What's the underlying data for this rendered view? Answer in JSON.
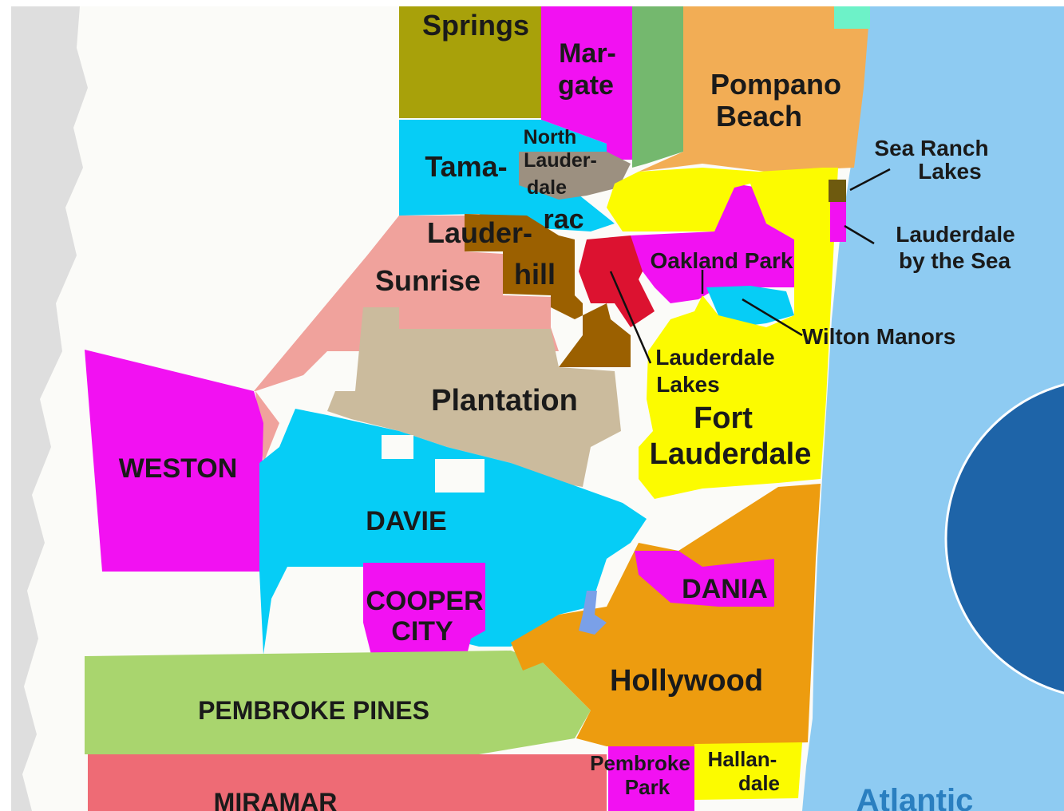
{
  "colors": {
    "ocean": "#8ecbf2",
    "ocean_text": "#2a7fc0",
    "land_white": "#fbfbf8",
    "fringe_gray": "#dedede",
    "olive": "#a8a10a",
    "magenta": "#f211f2",
    "green": "#74b86e",
    "orange": "#f2ad55",
    "cyan": "#06cdf6",
    "gray_brown": "#9c9080",
    "brown": "#9b6000",
    "salmon": "#f0a29c",
    "tan": "#cbbb9d",
    "red": "#dc1230",
    "yellow": "#fcfb00",
    "dark_olive": "#6e5a0f",
    "light_green": "#a9d56e",
    "pink_red": "#ee6b75",
    "hollywood_orange": "#ed9c0f",
    "circle_blue": "#1e64a8",
    "teal": "#6df2c8",
    "lake_blue": "#7aa0e8"
  },
  "labels": {
    "springs": "Springs",
    "margate_1": "Mar-",
    "margate_2": "gate",
    "pompano_1": "Pompano",
    "pompano_2": "Beach",
    "sea_ranch_1": "Sea Ranch",
    "sea_ranch_2": "Lakes",
    "north_lauderdale_1": "North",
    "north_lauderdale_2": "Lauder-",
    "north_lauderdale_3": "dale",
    "tamarac_1": "Tama-",
    "tamarac_2": "rac",
    "lauderhill_1": "Lauder-",
    "lauderhill_2": "hill",
    "lbts_1": "Lauderdale",
    "lbts_2": "by the Sea",
    "oakland_park": "Oakland Park",
    "sunrise": "Sunrise",
    "wilton_manors": "Wilton Manors",
    "lauderdale_lakes_1": "Lauderdale",
    "lauderdale_lakes_2": "Lakes",
    "plantation": "Plantation",
    "fort_lauderdale_1": "Fort",
    "fort_lauderdale_2": "Lauderdale",
    "weston": "WESTON",
    "davie": "DAVIE",
    "dania": "DANIA",
    "cooper_city_1": "COOPER",
    "cooper_city_2": "CITY",
    "hollywood": "Hollywood",
    "pembroke_pines": "PEMBROKE PINES",
    "pembroke_park_1": "Pembroke",
    "pembroke_park_2": "Park",
    "hallandale_1": "Hallan-",
    "hallandale_2": "dale",
    "miramar": "MIRAMAR",
    "atlantic": "Atlantic"
  }
}
